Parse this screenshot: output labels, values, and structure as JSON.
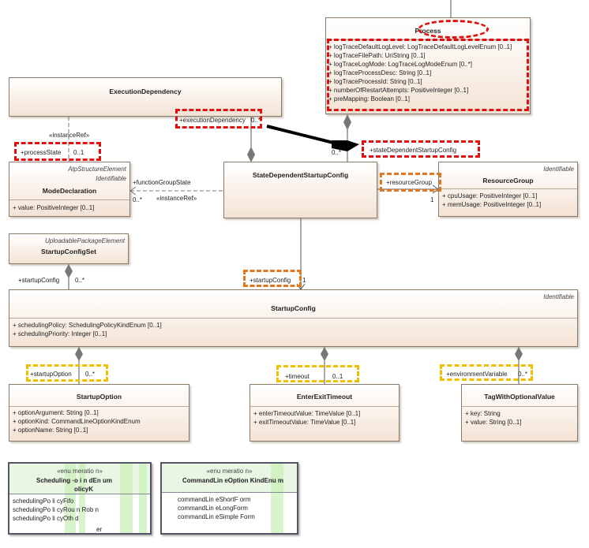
{
  "process": {
    "name": "Process",
    "attributes": [
      "+ logTraceDefaultLogLevel:  LogTraceDefaultLogLevelEnum [0..1]",
      "+    logTraceFilePath:  UriString [0..1]",
      "+    logTraceLogMode:  LogTraceLogModeEnum [0..*]",
      "+    logTraceProcessDesc:  String [0..1]",
      "+    logTraceProcessId:  String [0..1]",
      "+    numberOfRestartAttempts:  PositiveInteger [0..1]",
      "+    preMapping:  Boolean [0..1]"
    ]
  },
  "execution_dependency": {
    "name": "ExecutionDependency"
  },
  "mode_declaration": {
    "stereotype1": "AtpStructureElement",
    "stereotype2": "Identifiable",
    "name": "ModeDeclaration",
    "attributes": [
      "+ value:  PositiveInteger  [0..1]"
    ]
  },
  "state_dependent": {
    "name": "StateDependentStartupConfig"
  },
  "resource_group": {
    "stereotype": "Identifiable",
    "name": "ResourceGroup",
    "attributes": [
      "+ cpuUsage:  PositiveInteger  [0..1]",
      "+ memUsage:  PositiveInteger  [0..1]"
    ]
  },
  "startup_config_set": {
    "stereotype": "UploadablePackageElement",
    "name": "StartupConfigSet"
  },
  "startup_config": {
    "stereotype": "Identifiable",
    "name": "StartupConfig",
    "attributes": [
      "+ schedulingPolicy:  SchedulingPolicyKindEnum [0..1]",
      "+ schedulingPriority:  Integer  [0..1]"
    ]
  },
  "startup_option": {
    "name": "StartupOption",
    "attributes": [
      "+ optionArgument:  String [0..1]",
      "+    optionKind:  CommandLineOptionKindEnum",
      "+    optionName:  String [0..1]"
    ]
  },
  "enter_exit_timeout": {
    "name": "EnterExitTimeout",
    "attributes": [
      "+ enterTimeoutValue:  TimeValue [0..1]",
      "+ exitTimeoutValue:  TimeValue [0..1]"
    ]
  },
  "tag": {
    "name": "TagWithOptionalValue",
    "attributes": [
      "+ key:  String",
      "+ value:  String  [0..1]"
    ]
  },
  "enum1": {
    "stereotype": "«enu  meratio n»",
    "name_line1": "Scheduling  ·o    i n dEn um",
    "name_line2": "olicyK",
    "literals": [
      "schedulingPo   li  cyFifo",
      "schedulingPo   li  cyRou   n  Rob  n",
      "schedulingPo   li  cyOth   d"
    ],
    "trail": "er"
  },
  "enum2": {
    "stereotype": "«enu  meratio n»",
    "name": "CommandLin  eOption  KindEnu  m",
    "literals": [
      "commandLin  eShortF orm",
      "commandLin  eLongForm",
      "commandLin  eSimple Form"
    ]
  },
  "labels": {
    "instance_ref_top": "«instanceRef»",
    "process_state": "+processState",
    "process_state_mult": "0..1",
    "execution_dependency": "+executionDependency",
    "execution_dependency_mult": "0..*",
    "function_group_state": "+functionGroupState",
    "function_group_mult": "0..*",
    "instance_ref_mid": "«instanceRef»",
    "state_dependent_startup_config": "+stateDependentStartupConfig",
    "state_dependent_mult": "0..*",
    "resource_group": "+resourceGroup",
    "resource_group_mult": "1",
    "startup_config_left": "+startupConfig",
    "startup_config_left_mult": "0..*",
    "startup_config_mid": "+startupConfig",
    "startup_config_mid_mult": "1",
    "startup_option": "+startupOption",
    "startup_option_mult": "0..*",
    "timeout": "+timeout",
    "timeout_mult": "0..1",
    "environment_variable": "+environmentVariable",
    "environment_variable_mult": "0..*"
  },
  "colors": {
    "highlight_red": "#e01010",
    "highlight_orange": "#e07820",
    "highlight_yellow": "#f0c000"
  }
}
